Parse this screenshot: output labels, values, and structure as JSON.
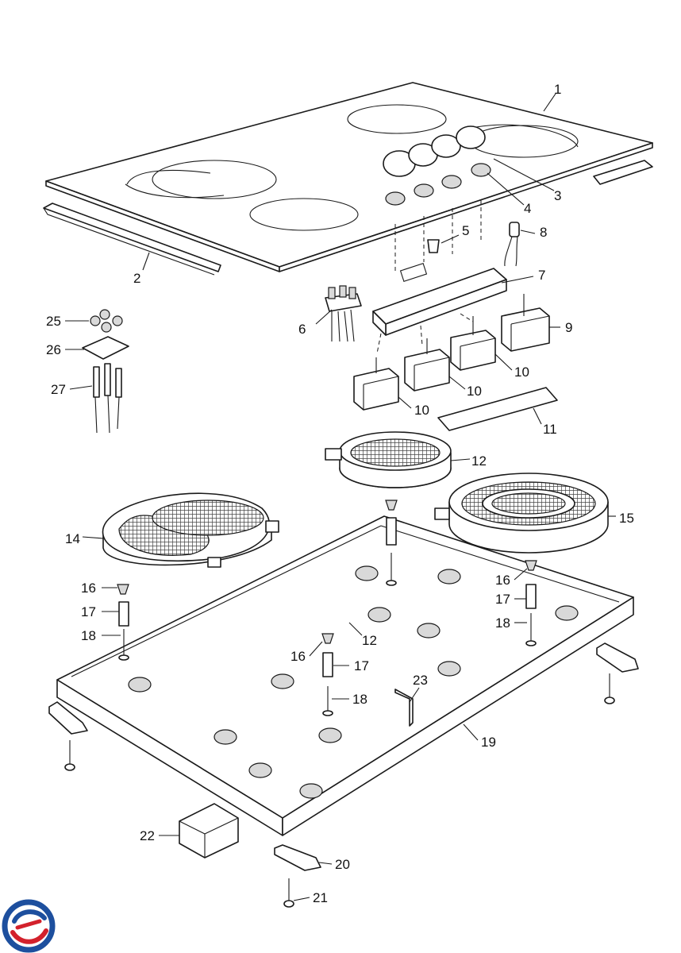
{
  "diagram": {
    "callouts": [
      "1",
      "2",
      "3",
      "4",
      "5",
      "6",
      "7",
      "8",
      "9",
      "10",
      "11",
      "12",
      "14",
      "15",
      "16",
      "17",
      "18",
      "19",
      "20",
      "21",
      "22",
      "23",
      "25",
      "26",
      "27"
    ]
  },
  "colors": {
    "line": "#1a1a1a",
    "logo_blue": "#1d4f9e",
    "logo_red": "#d3212c"
  },
  "icons": {
    "logo": "circular-brand-logo"
  }
}
